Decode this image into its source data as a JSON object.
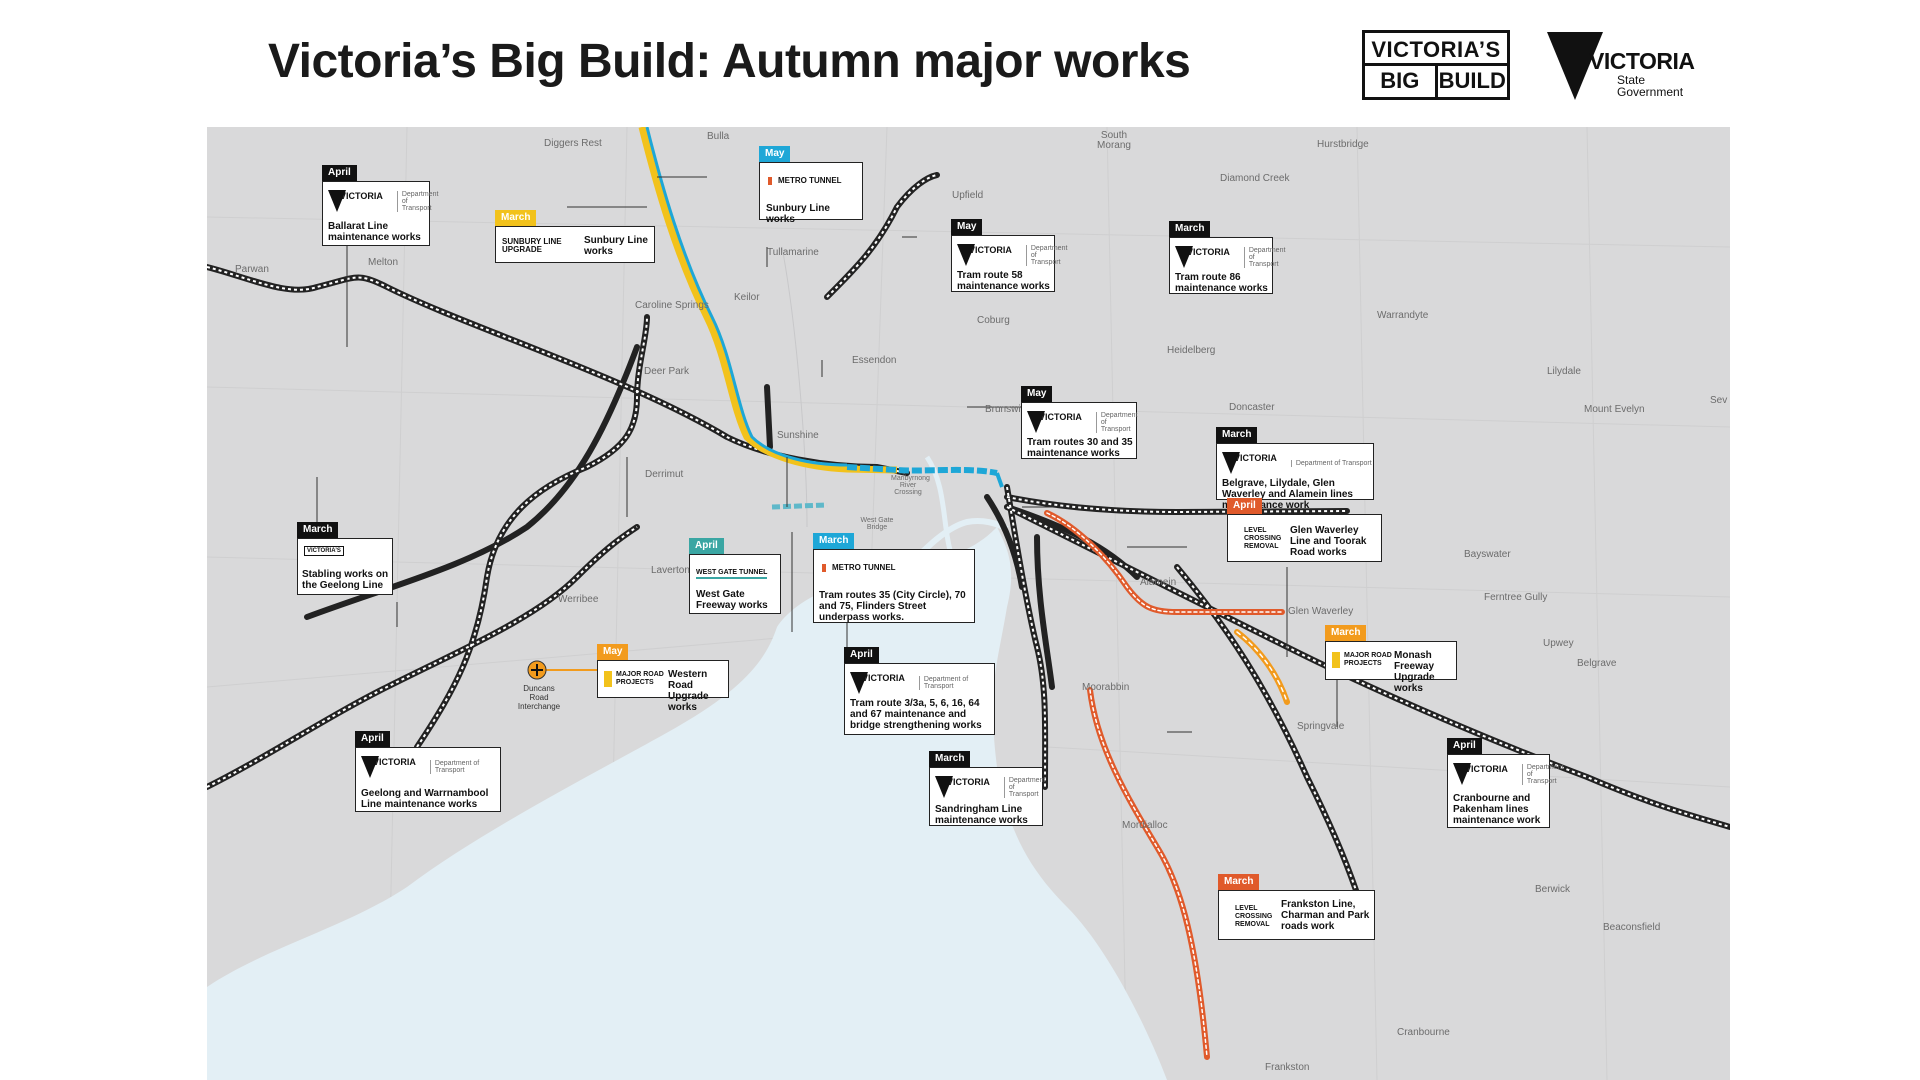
{
  "title": "Victoria’s Big Build: Autumn major works",
  "logos": {
    "big_build_line1": "VICTORIA’S",
    "big_build_word1": "BIG",
    "big_build_word2": "BUILD",
    "vic_word": "VICTORIA",
    "vic_sub1": "State",
    "vic_sub2": "Government",
    "dept": "Department of Transport",
    "metro_tunnel": "METRO TUNNEL",
    "west_gate": "WEST GATE TUNNEL",
    "major_road": "MAJOR ROAD PROJECTS",
    "level_crossing": "LEVEL CROSSING REMOVAL",
    "sunbury_upgrade": "SUNBURY LINE UPGRADE",
    "vic_small": "VICTORIA"
  },
  "colors": {
    "map_bg": "#d9d9da",
    "water": "#e3eff5",
    "rail": "#222222",
    "metro_tunnel": "#1ea7d7",
    "sunbury_upgrade": "#f2c21b",
    "level_crossing": "#e05a2b",
    "major_road": "#f29b1d"
  },
  "places": [
    "Diggers Rest",
    "Bulla",
    "South Morang",
    "Hurstbridge",
    "Upfield",
    "Diamond Creek",
    "Parwan",
    "Melton",
    "Tullamarine",
    "Caroline Springs",
    "Keilor",
    "Coburg",
    "Warrandyte",
    "Heidelberg",
    "Essendon",
    "Lilydale",
    "Deer Park",
    "Brunswick",
    "Doncaster",
    "Mount Evelyn",
    "Sunshine",
    "Derrimut",
    "Maribyrnong River Crossing",
    "West Gate Bridge",
    "Laverton",
    "Werribee",
    "Bayswater",
    "Alamein",
    "Glen Waverley",
    "Ferntree Gully",
    "Upwey",
    "Belgrave",
    "Duncans Road Interchange",
    "Moorabbin",
    "Springvale",
    "Mordialloc",
    "Berwick",
    "Beaconsfield",
    "Cranbourne",
    "Frankston",
    "Sev"
  ],
  "callouts": [
    {
      "month": "April",
      "text": "Ballarat Line maintenance works"
    },
    {
      "month": "March",
      "text": "Sunbury Line works"
    },
    {
      "month": "May",
      "text": "Sunbury Line works"
    },
    {
      "month": "May",
      "text": "Tram route 58 maintenance works"
    },
    {
      "month": "March",
      "text": "Tram route 86 maintenance works"
    },
    {
      "month": "May",
      "text": "Tram routes 30 and 35 maintenance works"
    },
    {
      "month": "March",
      "text": "Belgrave, Lilydale, Glen Waverley and Alamein lines maintenance work"
    },
    {
      "month": "April",
      "text": "Glen Waverley Line and Toorak Road works"
    },
    {
      "month": "March",
      "text": "Stabling works on the Geelong Line"
    },
    {
      "month": "April",
      "text": "West Gate Freeway works"
    },
    {
      "month": "March",
      "text": "Tram routes 35 (City Circle), 70 and 75, Flinders Street underpass works."
    },
    {
      "month": "March",
      "text": "Monash Freeway Upgrade works"
    },
    {
      "month": "May",
      "text": "Western Road Upgrade works"
    },
    {
      "month": "April",
      "text": "Tram route 3/3a, 5, 6, 16, 64 and 67 maintenance and bridge strengthening works"
    },
    {
      "month": "April",
      "text": "Geelong and Warrnambool Line maintenance works"
    },
    {
      "month": "March",
      "text": "Sandringham Line maintenance works"
    },
    {
      "month": "April",
      "text": "Cranbourne and Pakenham lines maintenance work"
    },
    {
      "month": "March",
      "text": "Frankston Line, Charman and Park roads work"
    }
  ]
}
